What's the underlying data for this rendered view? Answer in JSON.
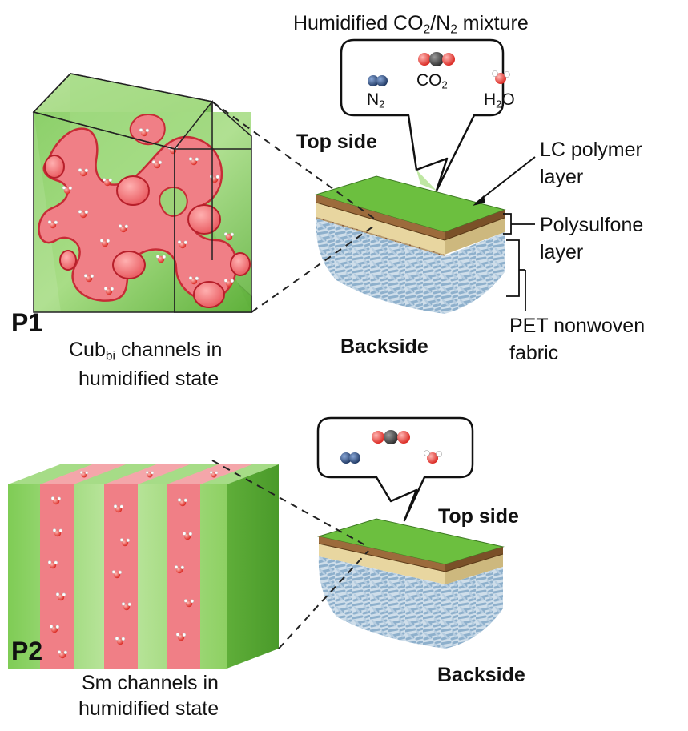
{
  "title": {
    "prefix": "Humidified CO",
    "sub1": "2",
    "mid": "/N",
    "sub2": "2",
    "suffix": " mixture"
  },
  "molecules": {
    "n2": {
      "base": "N",
      "sub": "2"
    },
    "co2": {
      "base": "CO",
      "sub": "2"
    },
    "h2o": {
      "pre": "H",
      "sub": "2",
      "post": "O"
    }
  },
  "labels": {
    "top_side": "Top side",
    "backside": "Backside",
    "lc_polymer_1": "LC polymer",
    "lc_polymer_2": "layer",
    "polysulfone_1": "Polysulfone",
    "polysulfone_2": "layer",
    "pet_1": "PET nonwoven",
    "pet_2": "fabric"
  },
  "panels": {
    "p1": {
      "label": "P1",
      "caption_base": "Cub",
      "caption_sub": "bi",
      "caption_rest": " channels in",
      "caption_line2": "humidified state"
    },
    "p2": {
      "label": "P2",
      "caption_line1": "Sm channels in",
      "caption_line2": "humidified state"
    }
  },
  "colors": {
    "lc_green": "#6cbf3f",
    "channel_pink": "#f08a8f",
    "water_red": "#e0342f",
    "n2_blue": "#1f3d6b",
    "co2_gray": "#3a3a3a",
    "polysulfone_beige": "#e8d6a0",
    "pet_blue": "#a9c4db"
  }
}
